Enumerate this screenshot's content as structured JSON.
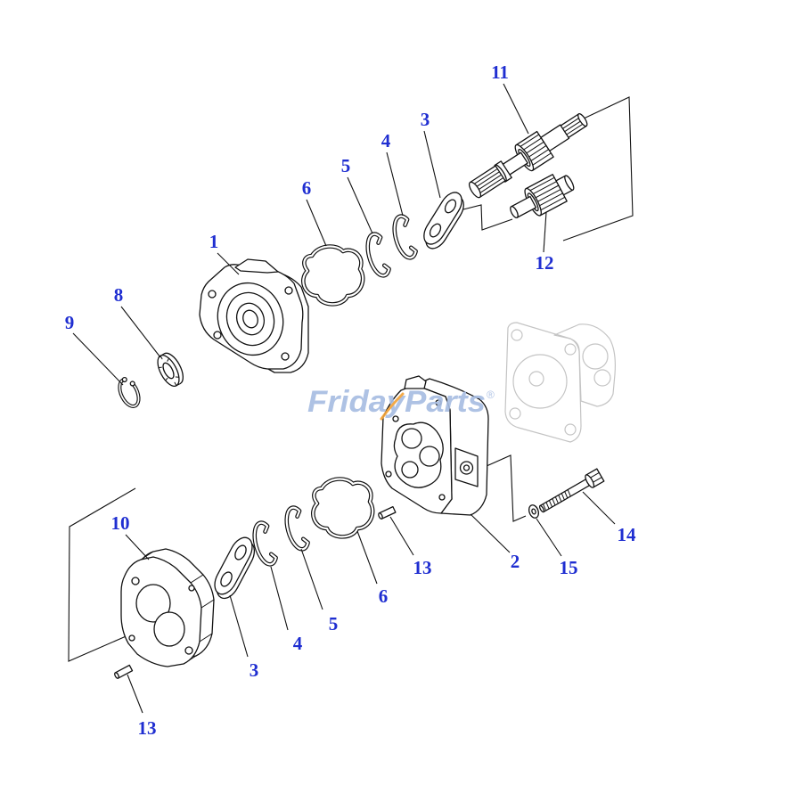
{
  "watermark": {
    "brand": "FridayParts",
    "registered": "®"
  },
  "callouts": [
    "11",
    "3",
    "4",
    "5",
    "6",
    "1",
    "12",
    "8",
    "9",
    "10",
    "2",
    "14",
    "15",
    "13",
    "6",
    "5",
    "4",
    "3",
    "13"
  ],
  "colors": {
    "callout": "#1f2ed1",
    "watermark": "#a8bde2",
    "watermark_accent": "#f2a33a",
    "line": "#111111"
  }
}
